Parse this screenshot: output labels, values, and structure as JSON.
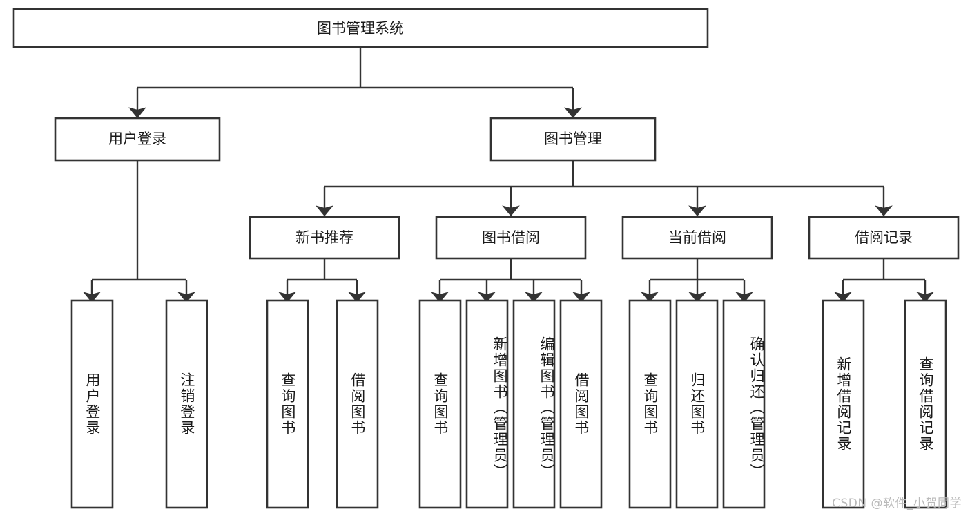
{
  "diagram": {
    "type": "tree-hierarchy",
    "orientation": "top-down",
    "root": {
      "id": "root",
      "label": "图书管理系统",
      "text_orientation": "horizontal"
    },
    "level2": [
      {
        "id": "user-login",
        "label": "用户登录",
        "text_orientation": "horizontal"
      },
      {
        "id": "book-manage",
        "label": "图书管理",
        "text_orientation": "horizontal"
      }
    ],
    "level3": [
      {
        "id": "new-book-recommend",
        "label": "新书推荐",
        "parent": "book-manage",
        "text_orientation": "horizontal"
      },
      {
        "id": "book-borrow",
        "label": "图书借阅",
        "parent": "book-manage",
        "text_orientation": "horizontal"
      },
      {
        "id": "current-borrow",
        "label": "当前借阅",
        "parent": "book-manage",
        "text_orientation": "horizontal"
      },
      {
        "id": "borrow-record",
        "label": "借阅记录",
        "parent": "book-manage",
        "text_orientation": "horizontal"
      }
    ],
    "leaves": [
      {
        "id": "leaf-user-login",
        "label": "用户登录",
        "parent": "user-login",
        "text_orientation": "vertical"
      },
      {
        "id": "leaf-user-logout",
        "label": "注销登录",
        "parent": "user-login",
        "text_orientation": "vertical"
      },
      {
        "id": "leaf-query-book-1",
        "label": "查询图书",
        "parent": "new-book-recommend",
        "text_orientation": "vertical"
      },
      {
        "id": "leaf-borrow-book-1",
        "label": "借阅图书",
        "parent": "new-book-recommend",
        "text_orientation": "vertical"
      },
      {
        "id": "leaf-query-book-2",
        "label": "查询图书",
        "parent": "book-borrow",
        "text_orientation": "vertical"
      },
      {
        "id": "leaf-add-book",
        "label": "新增图书（管理员）",
        "parent": "book-borrow",
        "text_orientation": "vertical"
      },
      {
        "id": "leaf-edit-book",
        "label": "编辑图书（管理员）",
        "parent": "book-borrow",
        "text_orientation": "vertical"
      },
      {
        "id": "leaf-borrow-book-2",
        "label": "借阅图书",
        "parent": "book-borrow",
        "text_orientation": "vertical"
      },
      {
        "id": "leaf-query-book-3",
        "label": "查询图书",
        "parent": "current-borrow",
        "text_orientation": "vertical"
      },
      {
        "id": "leaf-return-book",
        "label": "归还图书",
        "parent": "current-borrow",
        "text_orientation": "vertical"
      },
      {
        "id": "leaf-confirm-return",
        "label": "确认归还（管理员）",
        "parent": "current-borrow",
        "text_orientation": "vertical"
      },
      {
        "id": "leaf-add-record",
        "label": "新增借阅记录",
        "parent": "borrow-record",
        "text_orientation": "vertical"
      },
      {
        "id": "leaf-query-record",
        "label": "查询借阅记录",
        "parent": "borrow-record",
        "text_orientation": "vertical"
      }
    ]
  },
  "watermark": {
    "text": "CSDN @软件_小贺同学"
  },
  "colors": {
    "stroke": "#333333",
    "box_fill": "#ffffff",
    "text": "#1a1a1a",
    "background": "#ffffff",
    "watermark": "#b9b9b9"
  }
}
